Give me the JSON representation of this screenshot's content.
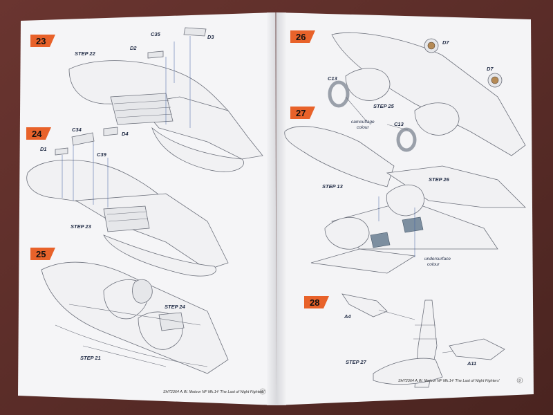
{
  "left_page": {
    "steps": [
      {
        "number": "23",
        "labels": {
          "ref_step": "STEP 22",
          "p1": "D2",
          "p2": "C35",
          "p3": "D3"
        }
      },
      {
        "number": "24",
        "labels": {
          "p1": "D1",
          "p2": "C34",
          "p3": "D4",
          "p4": "C39",
          "ref_step": "STEP 23"
        }
      },
      {
        "number": "25",
        "labels": {
          "ref_step_a": "STEP 24",
          "ref_step_b": "STEP 21"
        }
      }
    ],
    "footer": "SH72364  A.W. Meteor NF Mk.14 'The Last of Night Fighters'",
    "page_number": "8"
  },
  "right_page": {
    "steps": [
      {
        "number": "26",
        "labels": {
          "p1": "D7",
          "p2": "D7",
          "p3": "C13",
          "p4": "C13",
          "ref_step": "STEP 25",
          "note_line1": "camouflage",
          "note_line2": "colour"
        }
      },
      {
        "number": "27",
        "labels": {
          "ref_step_a": "STEP 13",
          "ref_step_b": "STEP 26",
          "note_line1": "undersurface",
          "note_line2": "colour"
        }
      },
      {
        "number": "28",
        "labels": {
          "p1": "A4",
          "p2": "A11",
          "ref_step": "STEP 27"
        }
      }
    ],
    "footer": "SH72364  A.W. Meteor NF Mk.14 'The Last of Night Fighters'",
    "page_number": "9"
  },
  "colors": {
    "step_badge": "#e8622a",
    "background": "#5b2e2a",
    "paper": "#f4f4f6"
  }
}
